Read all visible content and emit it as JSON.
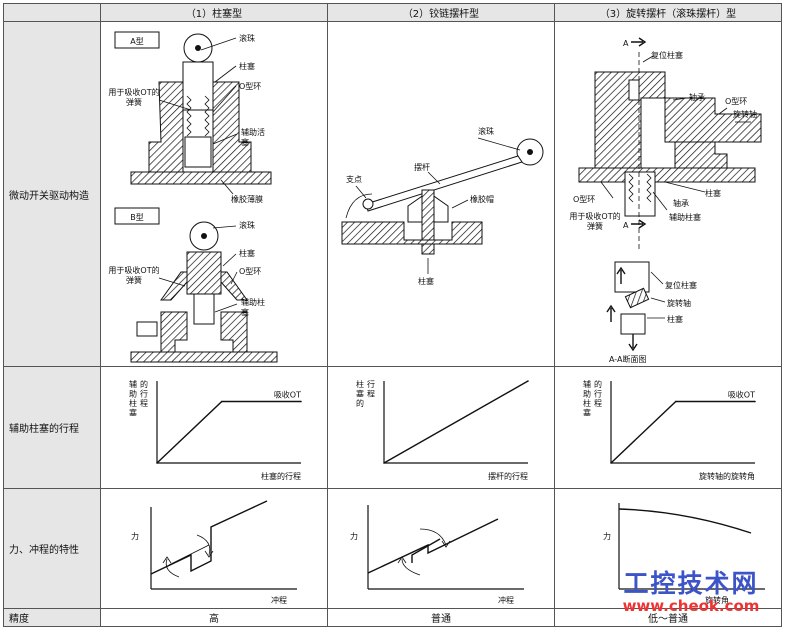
{
  "columns": [
    "（1）柱塞型",
    "（2）铰链摆杆型",
    "（3）旋转摆杆（滚珠摆杆）型"
  ],
  "rows": {
    "structure": "微动开关驱动构造",
    "stroke": "辅助柱塞的行程",
    "force": "力、冲程的特性",
    "accuracy": "精度"
  },
  "structure": {
    "col1": {
      "type_a": "A型",
      "type_b": "B型",
      "ball": "滚珠",
      "plunger": "柱塞",
      "oring": "O型环",
      "spring_ot": "用于吸收OT的弹簧",
      "aux_plunger": "辅助活塞",
      "rubber_membrane": "橡胶薄膜",
      "aux_plunger_b": "辅助柱塞"
    },
    "col2": {
      "ball": "滚珠",
      "lever": "摆杆",
      "fulcrum": "支点",
      "rubber_cap": "橡胶帽",
      "plunger": "柱塞"
    },
    "col3": {
      "section_mark": "A",
      "reset_plunger": "复位柱塞",
      "bearing": "轴承",
      "oring": "O型环",
      "rotary_shaft": "旋转轴",
      "plunger": "柱塞",
      "spring_ot": "用于吸收OT的弹簧",
      "aux_plunger": "辅助柱塞",
      "section_caption": "A-A断面图"
    }
  },
  "stroke_charts": {
    "col1": {
      "ylabel": "辅助柱塞的行程",
      "xlabel": "柱塞的行程",
      "annotation": "吸收OT"
    },
    "col2": {
      "ylabel": "柱塞的行程",
      "xlabel": "摆杆的行程",
      "annotation": ""
    },
    "col3": {
      "ylabel": "辅助柱塞的行程",
      "xlabel": "旋转轴的旋转角",
      "annotation": "吸收OT"
    }
  },
  "force_charts": {
    "col1": {
      "ylabel": "力",
      "xlabel": "冲程"
    },
    "col2": {
      "ylabel": "力",
      "xlabel": "冲程"
    },
    "col3": {
      "ylabel": "力",
      "xlabel": "旋转角"
    }
  },
  "accuracy": {
    "col1": "高",
    "col2": "普通",
    "col3": "低～普通"
  },
  "watermark": {
    "title": "工控技术网",
    "url": "www.cheok.com"
  },
  "colors": {
    "header_bg": "#e6e6e6",
    "watermark_blue": "#3d54c9",
    "watermark_red": "#e33333"
  },
  "chart_data": [
    {
      "type": "line",
      "title": "",
      "xlabel": "柱塞的行程",
      "ylabel": "辅助柱塞的行程",
      "annotation": "吸收OT",
      "x": [
        0,
        0.45,
        1
      ],
      "y": [
        0,
        0.75,
        0.75
      ],
      "xlim": [
        0,
        1
      ],
      "ylim": [
        0,
        1
      ],
      "grid": false
    },
    {
      "type": "line",
      "title": "",
      "xlabel": "摆杆的行程",
      "ylabel": "柱塞的行程",
      "x": [
        0,
        1
      ],
      "y": [
        0,
        1
      ],
      "xlim": [
        0,
        1
      ],
      "ylim": [
        0,
        1
      ],
      "grid": false
    },
    {
      "type": "line",
      "title": "",
      "xlabel": "旋转轴的旋转角",
      "ylabel": "辅助柱塞的行程",
      "annotation": "吸收OT",
      "x": [
        0,
        0.45,
        1
      ],
      "y": [
        0,
        0.75,
        0.75
      ],
      "xlim": [
        0,
        1
      ],
      "ylim": [
        0,
        1
      ],
      "grid": false
    }
  ]
}
